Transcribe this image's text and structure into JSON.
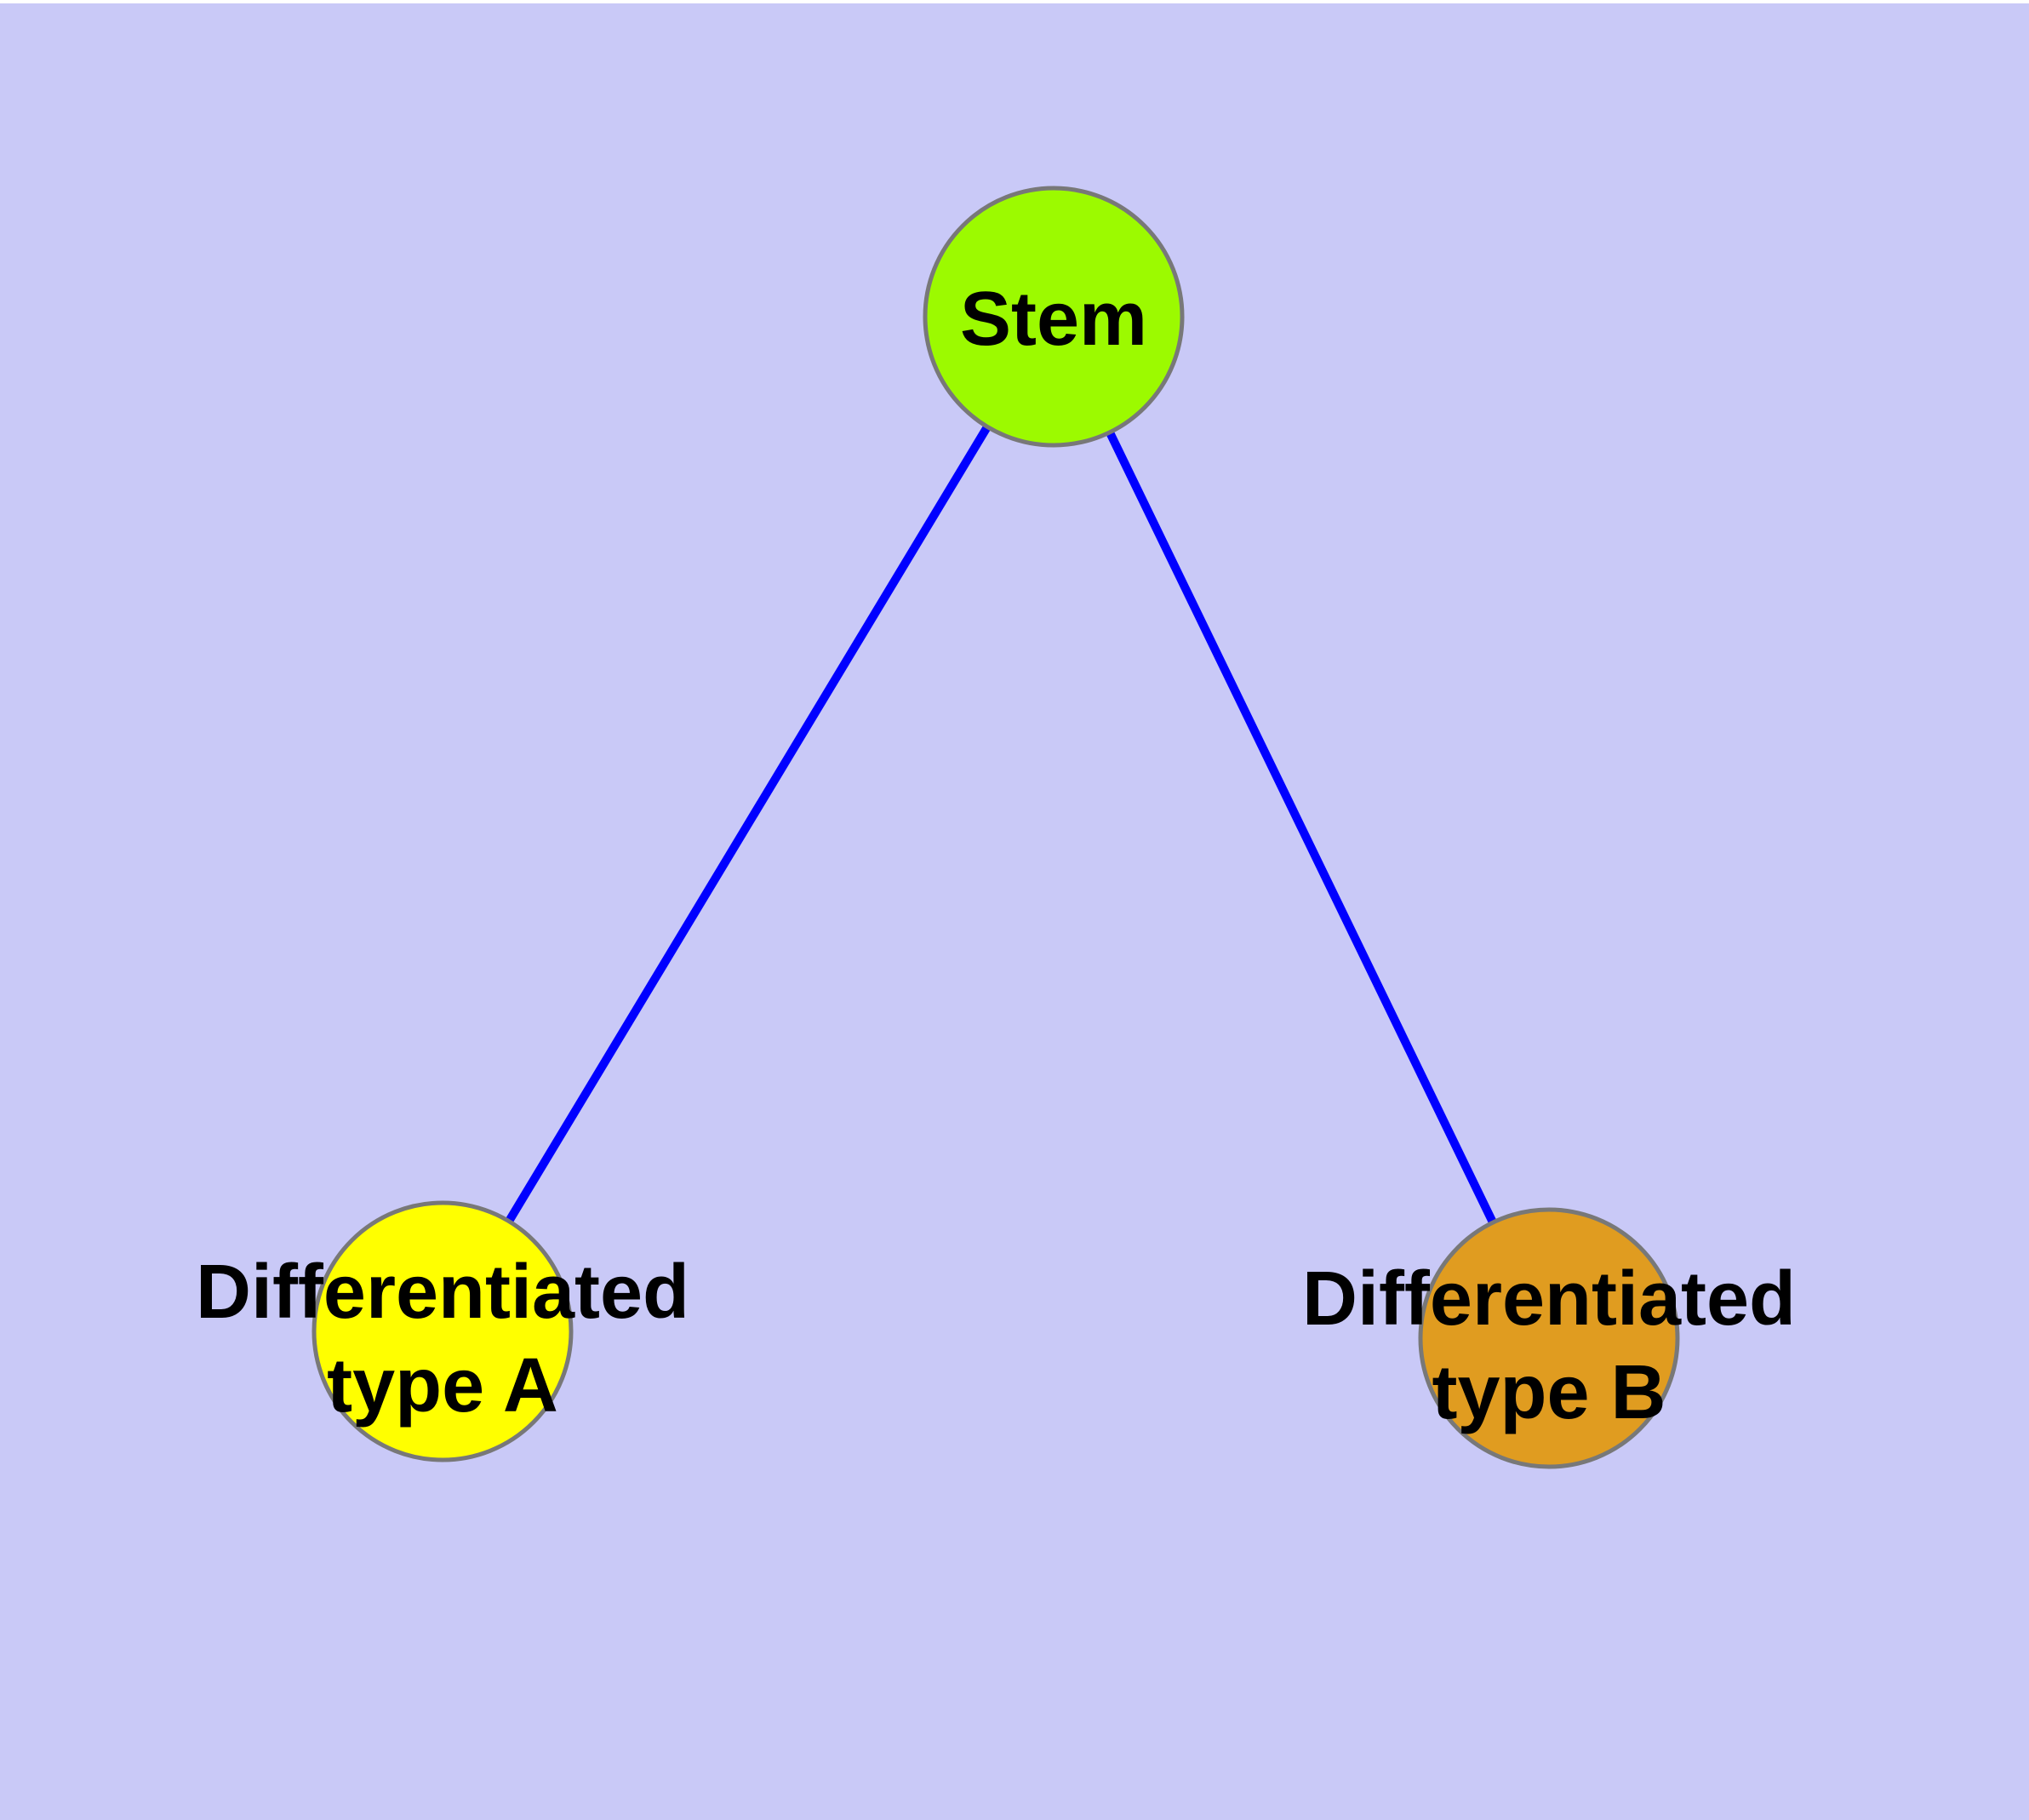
{
  "diagram": {
    "background_color": "#C9C9F7",
    "edge_color": "#0000FF",
    "node_border_color": "#787878",
    "label_color": "#000000",
    "nodes": [
      {
        "id": "stem",
        "label": "Stem",
        "label_line1": "Stem",
        "label_line2": "",
        "fill": "#9CFA00"
      },
      {
        "id": "differentiated-type-a",
        "label": "Differentiated type A",
        "label_line1": "Differentiated",
        "label_line2": "type A",
        "fill": "#FFFF00"
      },
      {
        "id": "differentiated-type-b",
        "label": "Differentiated type B",
        "label_line1": "Differentiated",
        "label_line2": "type B",
        "fill": "#E09C20"
      }
    ],
    "edges": [
      {
        "from": "stem",
        "to": "differentiated-type-a"
      },
      {
        "from": "stem",
        "to": "differentiated-type-b"
      }
    ]
  }
}
